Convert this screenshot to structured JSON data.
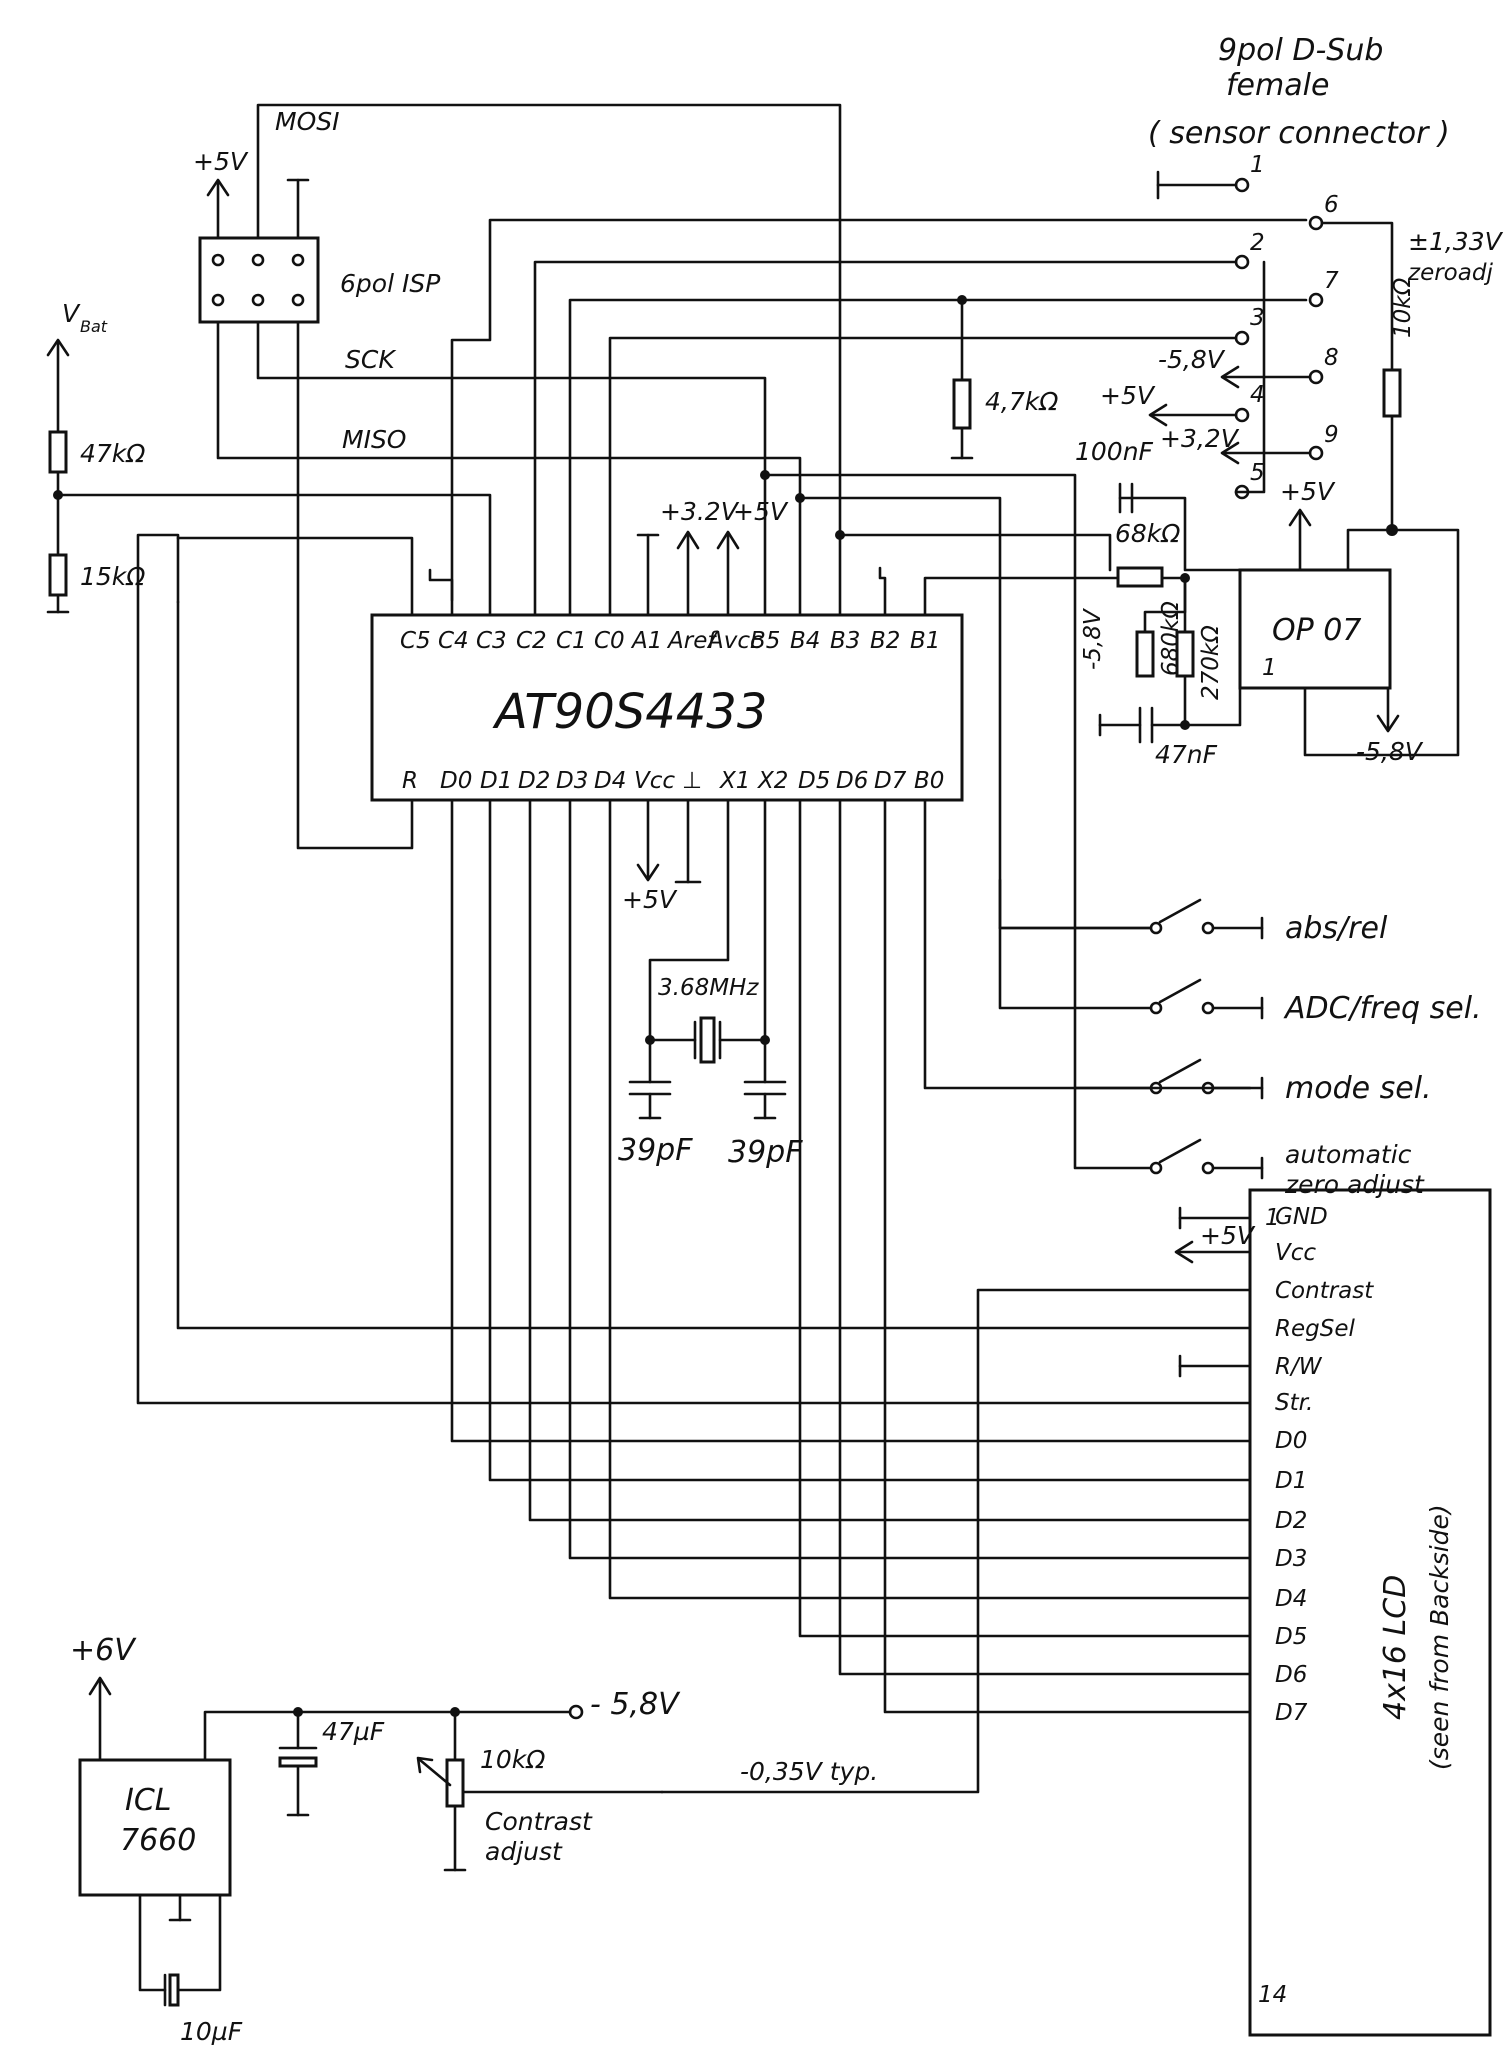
{
  "connector": {
    "title_line1": "9pol D-Sub",
    "title_line2": "female",
    "title_line3": "( sensor connector )",
    "pins": [
      "1",
      "2",
      "3",
      "4",
      "5",
      "6",
      "7",
      "8",
      "9"
    ]
  },
  "isp": {
    "label": "6pol ISP",
    "mosi": "MOSI",
    "sck": "SCK",
    "miso": "MISO",
    "plus5v": "+5V"
  },
  "battery": {
    "vbat": "V",
    "vbat_sub": "Bat",
    "r_top": "47kΩ",
    "r_bottom": "15kΩ"
  },
  "mcu": {
    "name": "AT90S4433",
    "top_pins": [
      "C5",
      "C4",
      "C3",
      "C2",
      "C1",
      "C0",
      "A1",
      "Aref",
      "Avcc",
      "B5",
      "B4",
      "B3",
      "B2",
      "B1"
    ],
    "bottom_pins": [
      "R",
      "D0",
      "D1",
      "D2",
      "D3",
      "D4",
      "Vcc",
      "⊥",
      "X1",
      "X2",
      "D5",
      "D6",
      "D7",
      "B0"
    ],
    "plus3v2": "+3.2V",
    "plus5v": "+5V",
    "vcc_5v": "+5V"
  },
  "crystal": {
    "freq": "3.68MHz",
    "cap1": "39pF",
    "cap2": "39pF"
  },
  "sensor_side": {
    "r_4k7": "4,7kΩ",
    "r_10k": "10kΩ",
    "zero_adj_1": "±1,33V",
    "zero_adj_2": "zeroadj",
    "neg58": "-5,8V",
    "plus5": "+5V",
    "plus32": "+3,2V"
  },
  "opamp": {
    "name": "OP 07",
    "plus5v": "+5V",
    "neg58": "-5,8V",
    "c100n": "100nF",
    "r68k": "68kΩ",
    "r680k": "680kΩ",
    "r270k": "270kΩ",
    "neg58_side": "-5,8V",
    "c47n": "47nF"
  },
  "switches": [
    "abs/rel",
    "ADC/freq sel.",
    "mode sel.",
    "automatic",
    "zero adjust"
  ],
  "lcd": {
    "title": "4x16 LCD",
    "subtitle": "(seen from Backside)",
    "pins": [
      "GND",
      "Vcc",
      "Contrast",
      "RegSel",
      "R/W",
      "Str.",
      "D0",
      "D1",
      "D2",
      "D3",
      "D4",
      "D5",
      "D6",
      "D7"
    ],
    "pin1": "1",
    "pin14": "14",
    "plus5v": "+5V"
  },
  "power": {
    "plus6v": "+6V",
    "chip_line1": "ICL",
    "chip_line2": "7660",
    "c47u": "47µF",
    "c10u": "10µF",
    "neg58": "- 5,8V",
    "pot": "10kΩ",
    "contrast1": "Contrast",
    "contrast2": "adjust",
    "typ": "-0,35V typ."
  }
}
